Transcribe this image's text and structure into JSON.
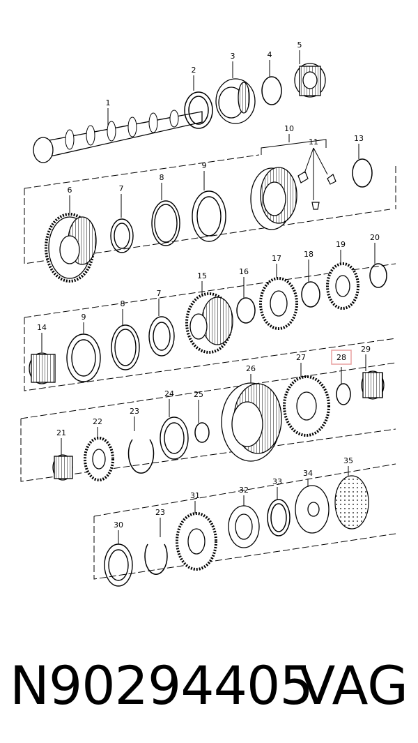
{
  "diagram": {
    "callouts": [
      "1",
      "2",
      "3",
      "4",
      "5",
      "6",
      "7",
      "8",
      "9",
      "10",
      "11",
      "13",
      "7",
      "8",
      "9",
      "14",
      "15",
      "16",
      "17",
      "18",
      "19",
      "20",
      "21",
      "22",
      "23",
      "24",
      "25",
      "26",
      "27",
      "28",
      "29",
      "30",
      "23",
      "31",
      "32",
      "33",
      "34",
      "35"
    ],
    "highlighted_callout": "28",
    "highlight_color": "#e8a0a0"
  },
  "footer": {
    "part_number": "N90294405",
    "brand": "VAG"
  }
}
